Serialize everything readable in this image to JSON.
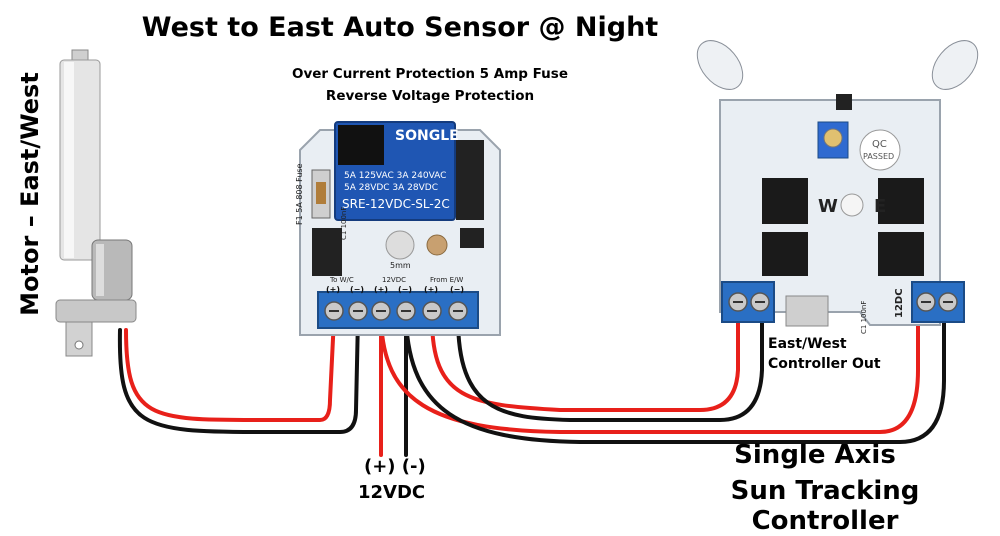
{
  "title": "West to East Auto Sensor @ Night",
  "subtitle1": "Over Current Protection 5 Amp Fuse",
  "subtitle2": "Reverse Voltage Protection",
  "motor_label": "Motor – East/West",
  "controller_out_line1": "East/West",
  "controller_out_line2": "Controller Out",
  "power_polarity": "(+) (-)",
  "power_voltage": "12VDC",
  "tracker_line1": "Single Axis",
  "tracker_line2": "Sun Tracking Controller",
  "relay": {
    "brand": "SONGLE",
    "rating1": "5A 125VAC  3A 240VAC",
    "rating2": "5A 28VDC   3A 28VDC",
    "model": "SRE-12VDC-SL-2C"
  },
  "board_left": {
    "fuse_label": "F1 5A 808 Fuse",
    "cap_label": "C1 100nF",
    "led_label": "5mm",
    "term_to": "To W/C",
    "term_12": "12VDC",
    "term_from": "From E/W",
    "polarity": [
      "(+)",
      "(−)",
      "(+)",
      "(−)",
      "(+)",
      "(−)"
    ]
  },
  "board_right": {
    "qc_line1": "QC",
    "qc_line2": "PASSED",
    "w_letter": "W",
    "e_letter": "E",
    "dc_label": "12DC",
    "cap_label": "C1 100nF"
  },
  "colors": {
    "wire_red": "#e8201a",
    "wire_black": "#111111",
    "pcb": "#e9eef3",
    "terminal_blue": "#2a6fc4",
    "relay_blue": "#1f56b3"
  }
}
